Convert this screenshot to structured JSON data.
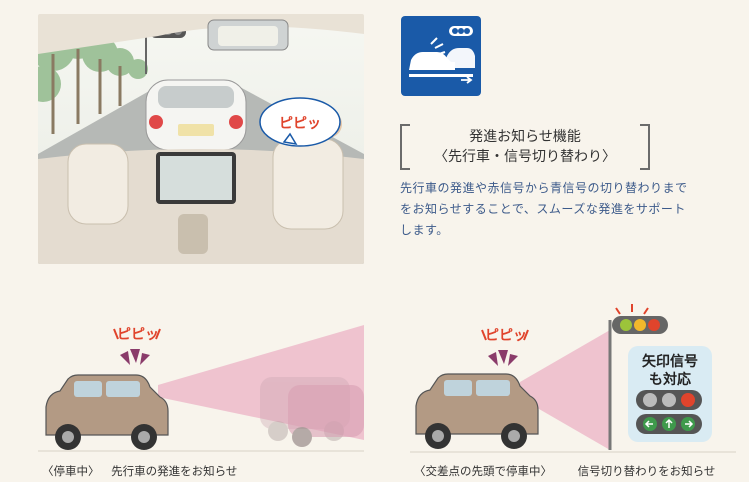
{
  "hero": {
    "sound_bubble": "ピピッ"
  },
  "feature": {
    "icon": "start-notification-icon",
    "title_line1": "発進お知らせ機能",
    "title_line2": "〈先行車・信号切り替わり〉",
    "description": [
      "先行車の発進や赤信号から青信号の切り替わりまで",
      "をお知らせすることで、スムーズな発進をサポート",
      "します。"
    ]
  },
  "scene1": {
    "sound": "ピピッ",
    "caption_prefix": "〈停車中〉",
    "caption_text": "先行車の発進をお知らせ"
  },
  "scene2": {
    "sound": "ピピッ",
    "signal_label_line1": "矢印信号",
    "signal_label_line2": "も対応",
    "caption_prefix": "〈交差点の先頭で停車中〉",
    "caption_text": "信号切り替わりをお知らせ"
  },
  "colors": {
    "accent_blue": "#1a5aa8",
    "beam_pink": "#e79ab8",
    "car_body": "#b39a84",
    "signal_red": "#e0442c",
    "signal_green": "#3f9a4c",
    "signal_yellow": "#f2b82c"
  }
}
